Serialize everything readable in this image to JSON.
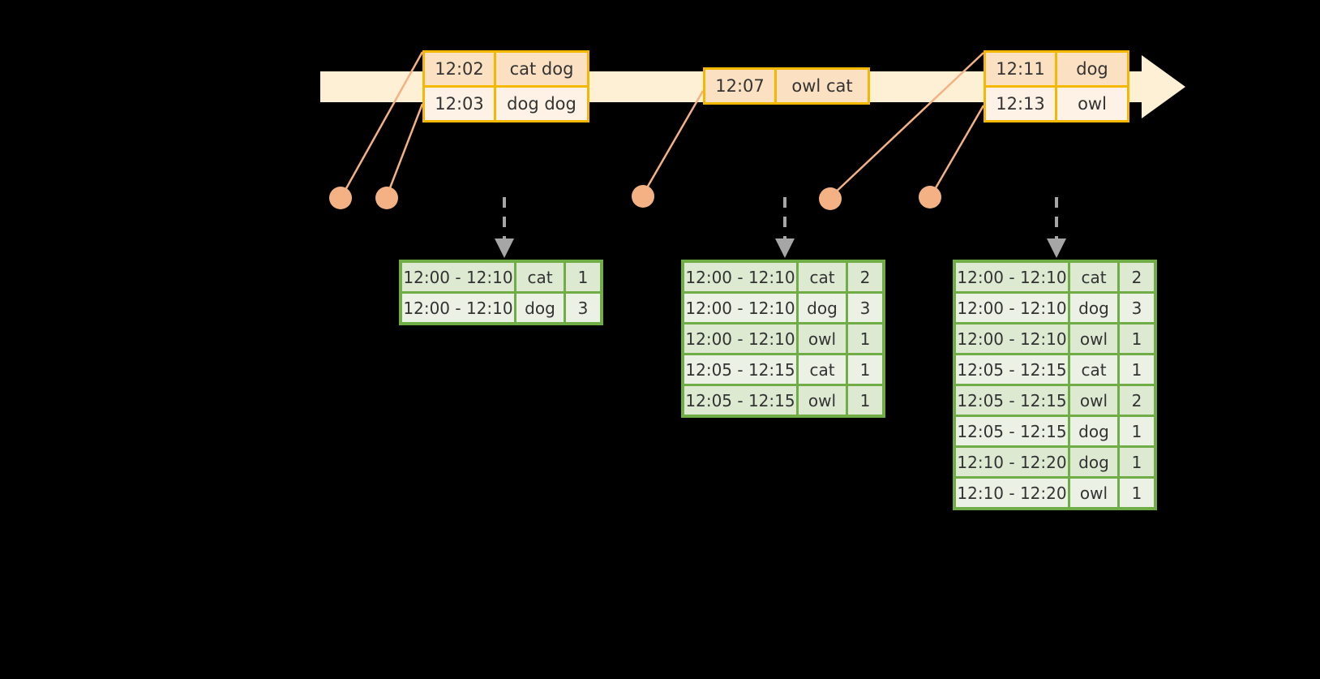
{
  "diagram": {
    "title": "windowed-word-count-timeline",
    "colors": {
      "background": "#000000",
      "timeline_fill": "#FDF0D5",
      "timeline_border": "#F5B800",
      "event_border": "#F5B800",
      "event_fill_even": "#FBE1C2",
      "event_fill_odd": "#FDF2E5",
      "connector_line": "#F4B183",
      "dot": "#F4B183",
      "arrow_gray": "#A6A6A6",
      "table_border": "#70AD47",
      "table_fill_a": "#DDE9D1",
      "table_fill_b": "#EBF1E5",
      "text": "#333333"
    },
    "timeline": {
      "name": "event-stream-timeline",
      "direction": "right"
    },
    "event_groups": [
      {
        "name": "event-group-1",
        "rows": [
          {
            "time": "12:02",
            "words": "cat dog"
          },
          {
            "time": "12:03",
            "words": "dog dog"
          }
        ]
      },
      {
        "name": "event-group-2",
        "rows": [
          {
            "time": "12:07",
            "words": "owl cat"
          }
        ]
      },
      {
        "name": "event-group-3",
        "rows": [
          {
            "time": "12:11",
            "words": "dog"
          },
          {
            "time": "12:13",
            "words": "owl"
          }
        ]
      }
    ],
    "dots": [
      {
        "name": "event-dot-1"
      },
      {
        "name": "event-dot-2"
      },
      {
        "name": "event-dot-3"
      },
      {
        "name": "event-dot-4"
      },
      {
        "name": "event-dot-5"
      }
    ],
    "result_tables": [
      {
        "name": "result-table-1",
        "rows": [
          {
            "window": "12:00 - 12:10",
            "word": "cat",
            "count": "1"
          },
          {
            "window": "12:00 - 12:10",
            "word": "dog",
            "count": "3"
          }
        ]
      },
      {
        "name": "result-table-2",
        "rows": [
          {
            "window": "12:00 - 12:10",
            "word": "cat",
            "count": "2"
          },
          {
            "window": "12:00 - 12:10",
            "word": "dog",
            "count": "3"
          },
          {
            "window": "12:00 - 12:10",
            "word": "owl",
            "count": "1"
          },
          {
            "window": "12:05 - 12:15",
            "word": "cat",
            "count": "1"
          },
          {
            "window": "12:05 - 12:15",
            "word": "owl",
            "count": "1"
          }
        ]
      },
      {
        "name": "result-table-3",
        "rows": [
          {
            "window": "12:00 - 12:10",
            "word": "cat",
            "count": "2"
          },
          {
            "window": "12:00 - 12:10",
            "word": "dog",
            "count": "3"
          },
          {
            "window": "12:00 - 12:10",
            "word": "owl",
            "count": "1"
          },
          {
            "window": "12:05 - 12:15",
            "word": "cat",
            "count": "1"
          },
          {
            "window": "12:05 - 12:15",
            "word": "owl",
            "count": "2"
          },
          {
            "window": "12:05 - 12:15",
            "word": "dog",
            "count": "1"
          },
          {
            "window": "12:10 - 12:20",
            "word": "dog",
            "count": "1"
          },
          {
            "window": "12:10 - 12:20",
            "word": "owl",
            "count": "1"
          }
        ]
      }
    ]
  }
}
